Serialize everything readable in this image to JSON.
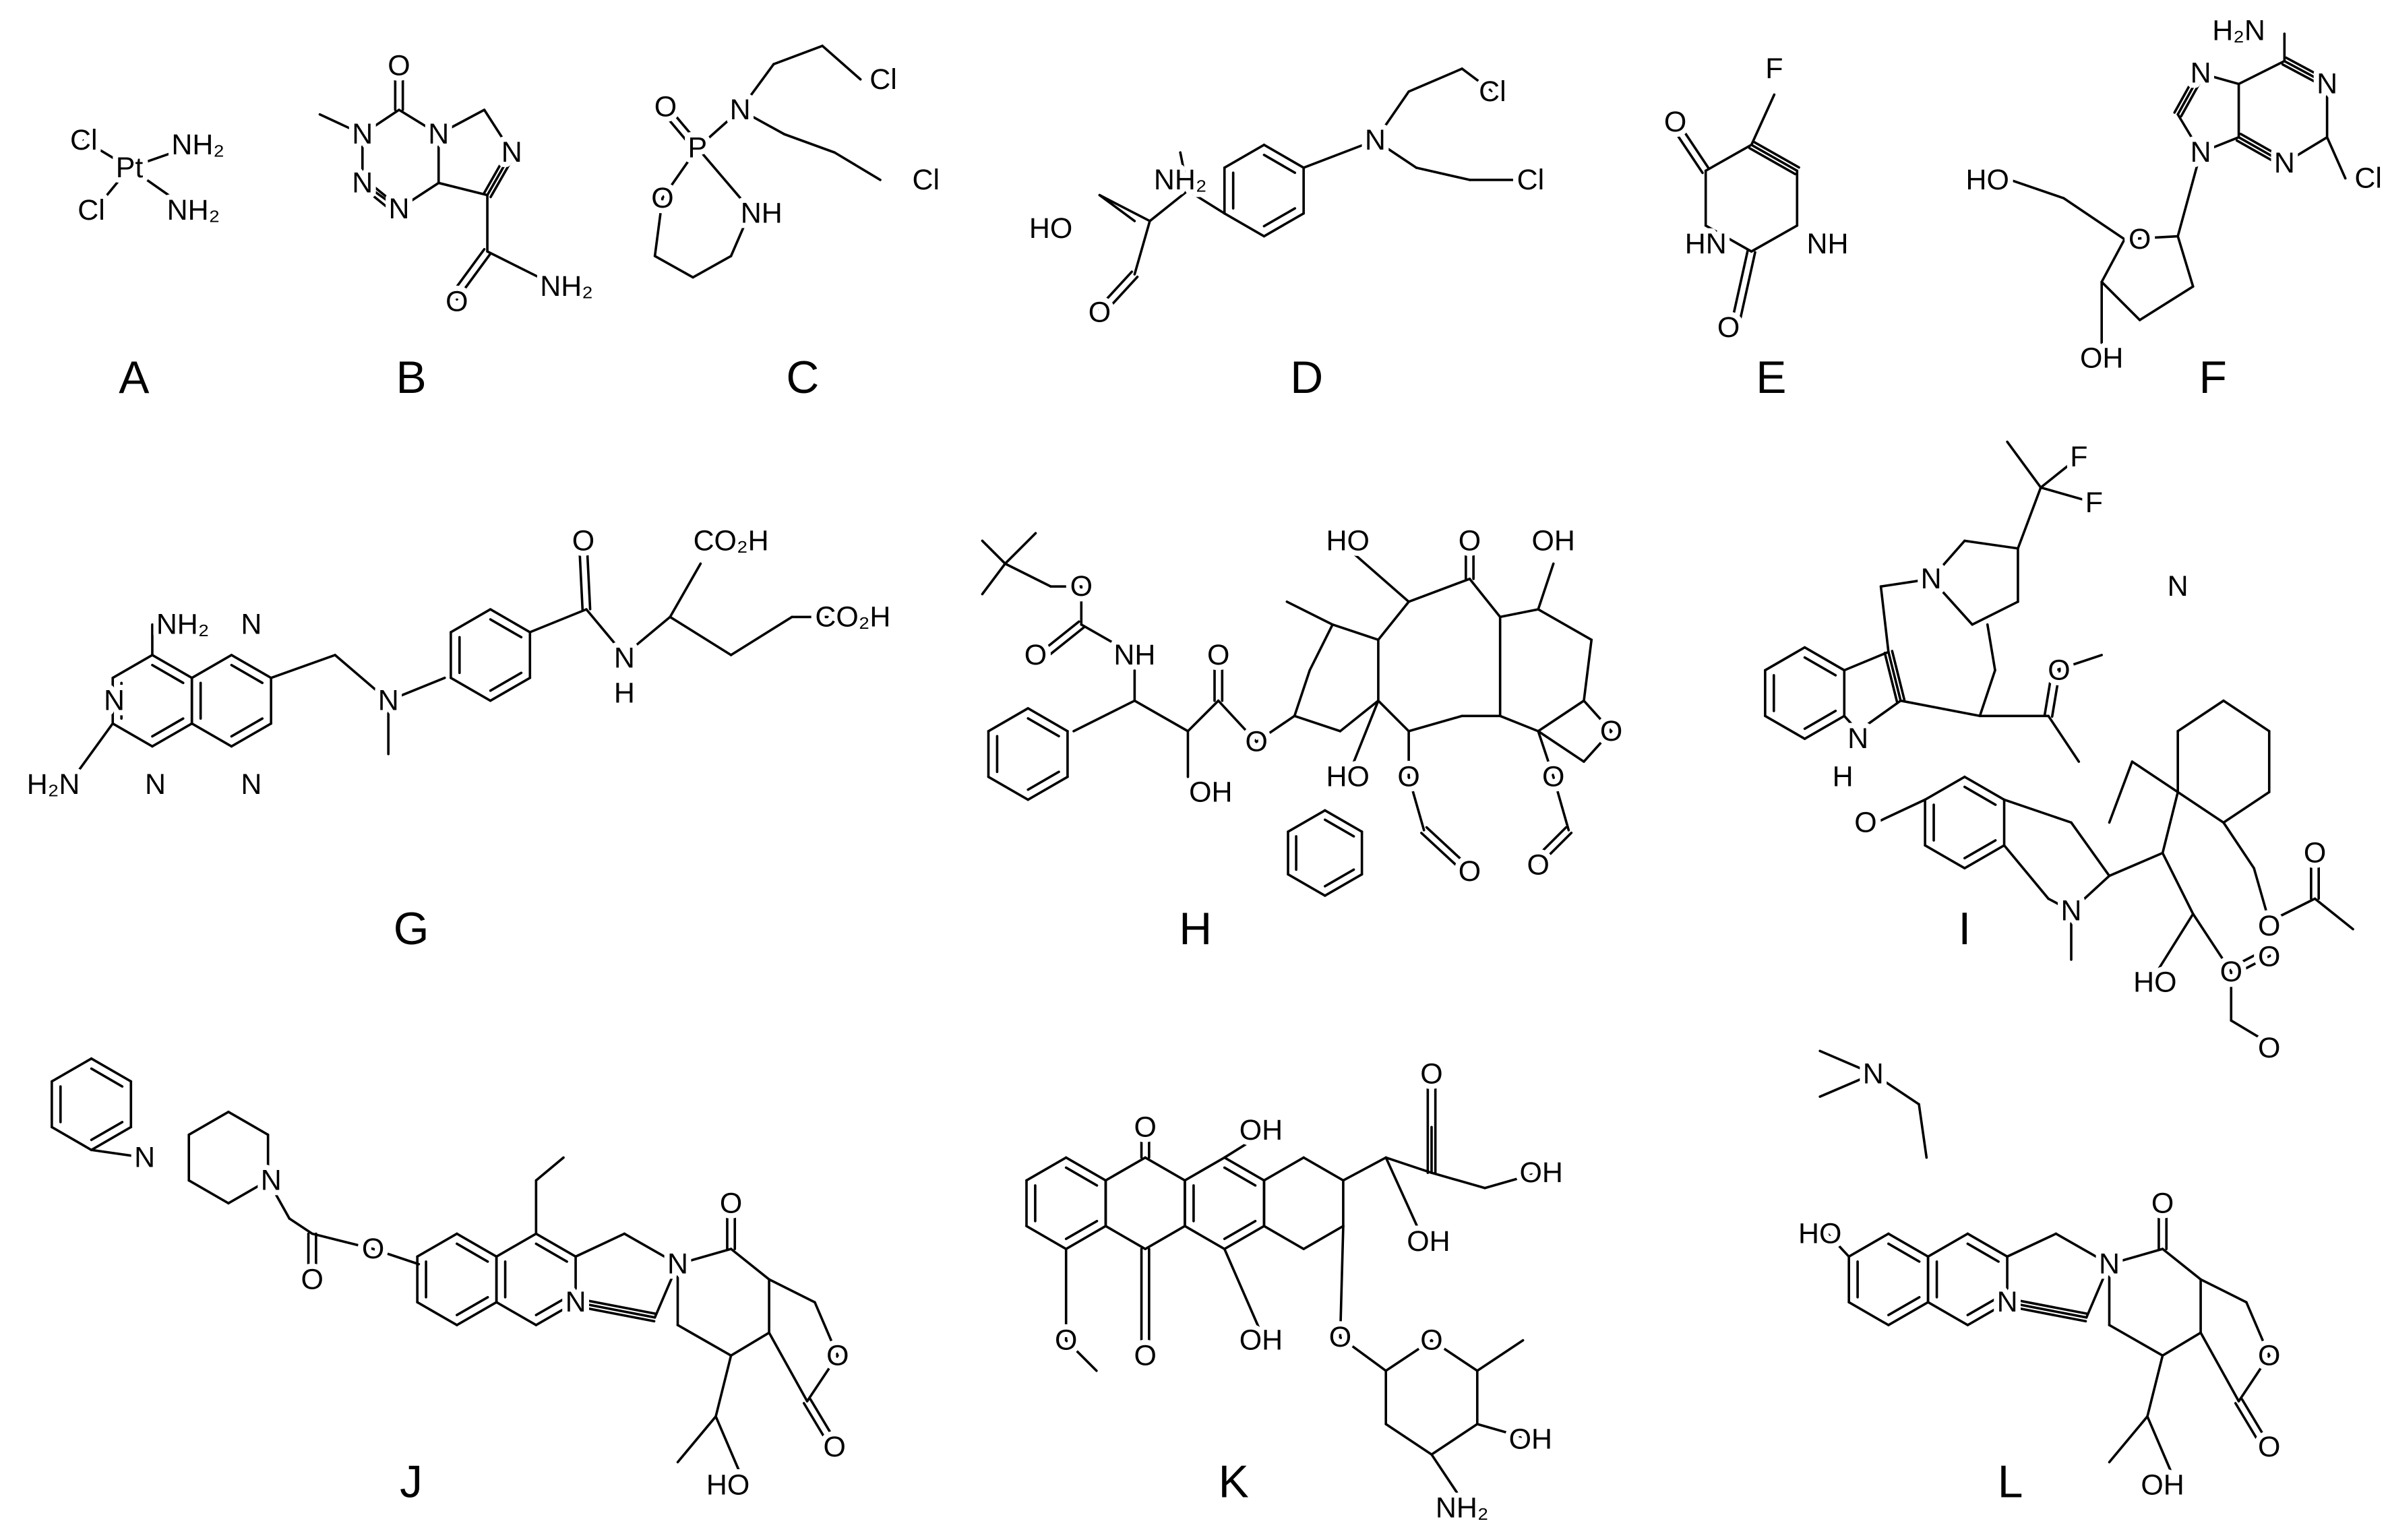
{
  "molecules": [
    {
      "label": "A",
      "atoms": [
        "Cl",
        "Pt",
        "NH₂",
        "Cl",
        "NH₂"
      ]
    },
    {
      "label": "B",
      "atoms": [
        "O",
        "N",
        "N",
        "N",
        "N",
        "N",
        "O",
        "NH₂"
      ]
    },
    {
      "label": "C",
      "atoms": [
        "O",
        "P",
        "N",
        "Cl",
        "Cl",
        "O",
        "NH"
      ]
    },
    {
      "label": "D",
      "atoms": [
        "N",
        "Cl",
        "Cl",
        "NH₂",
        "HO",
        "O"
      ]
    },
    {
      "label": "E",
      "atoms": [
        "F",
        "O",
        "HN",
        "O",
        "NH"
      ]
    },
    {
      "label": "F",
      "atoms": [
        "H₂N",
        "N",
        "N",
        "N",
        "N",
        "Cl",
        "HO",
        "O",
        "OH"
      ]
    },
    {
      "label": "G",
      "atoms": [
        "NH₂",
        "N",
        "N",
        "H₂N",
        "N",
        "N",
        "N",
        "O",
        "N",
        "H",
        "CO₂H",
        "CO₂H"
      ]
    },
    {
      "label": "H",
      "atoms": [
        "O",
        "O",
        "NH",
        "O",
        "OH",
        "O",
        "HO",
        "O",
        "OH",
        "O",
        "HO",
        "O",
        "O",
        "O",
        "O"
      ]
    },
    {
      "label": "I",
      "atoms": [
        "F",
        "F",
        "N",
        "N",
        "H",
        "O",
        "O",
        "N",
        "O",
        "N",
        "O",
        "O",
        "HO",
        "O",
        "O"
      ]
    },
    {
      "label": "J",
      "atoms": [
        "N",
        "N",
        "O",
        "O",
        "N",
        "N",
        "O",
        "O",
        "HO",
        "O"
      ]
    },
    {
      "label": "K",
      "atoms": [
        "O",
        "OH",
        "O",
        "OH",
        "OH",
        "O",
        "OH",
        "O",
        "O",
        "O",
        "OH",
        "NH₂"
      ]
    },
    {
      "label": "L",
      "atoms": [
        "N",
        "HO",
        "N",
        "N",
        "O",
        "O",
        "OH",
        "O"
      ]
    }
  ]
}
